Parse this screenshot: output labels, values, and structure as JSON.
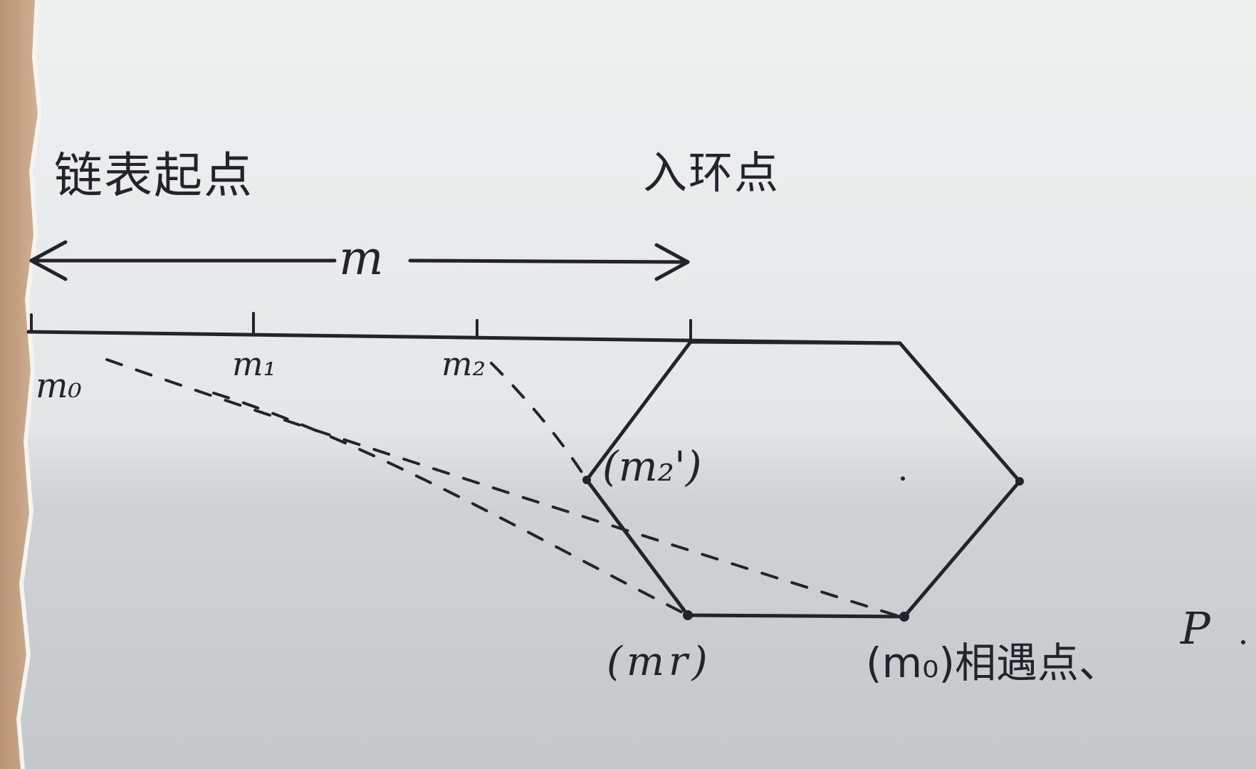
{
  "labels": {
    "list_start": "链表起点",
    "entry_point": "入环点",
    "distance_m": "m",
    "m0": "m₀",
    "m1": "m₁",
    "m2": "m₂",
    "m2_prime": "(m₂')",
    "mr": "(mr)",
    "m0_meeting": "(m₀)相遇点、",
    "p": "P"
  },
  "colors": {
    "paper": "#eef0f0",
    "ink": "#23242b",
    "shadow": "#b9bdc0",
    "edge": "#c8a07a"
  }
}
